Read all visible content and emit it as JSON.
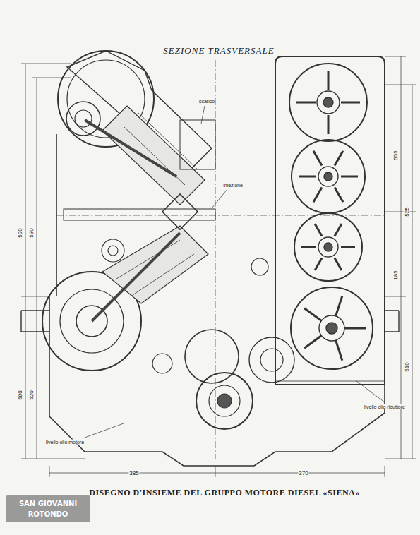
{
  "diagram": {
    "title": "SEZIONE TRASVERSALE",
    "caption": "DISEGNO D'INSIEME DEL GRUPPO MOTORE DIESEL «SIENA»",
    "labels": [
      "590",
      "530",
      "580",
      "520",
      "555",
      "525",
      "185",
      "510",
      "385",
      "370",
      "scarico",
      "iniezione",
      "livello olio motore",
      "livello olio riduttore",
      "SAN GIOVANNI",
      "ROTONDO"
    ]
  }
}
